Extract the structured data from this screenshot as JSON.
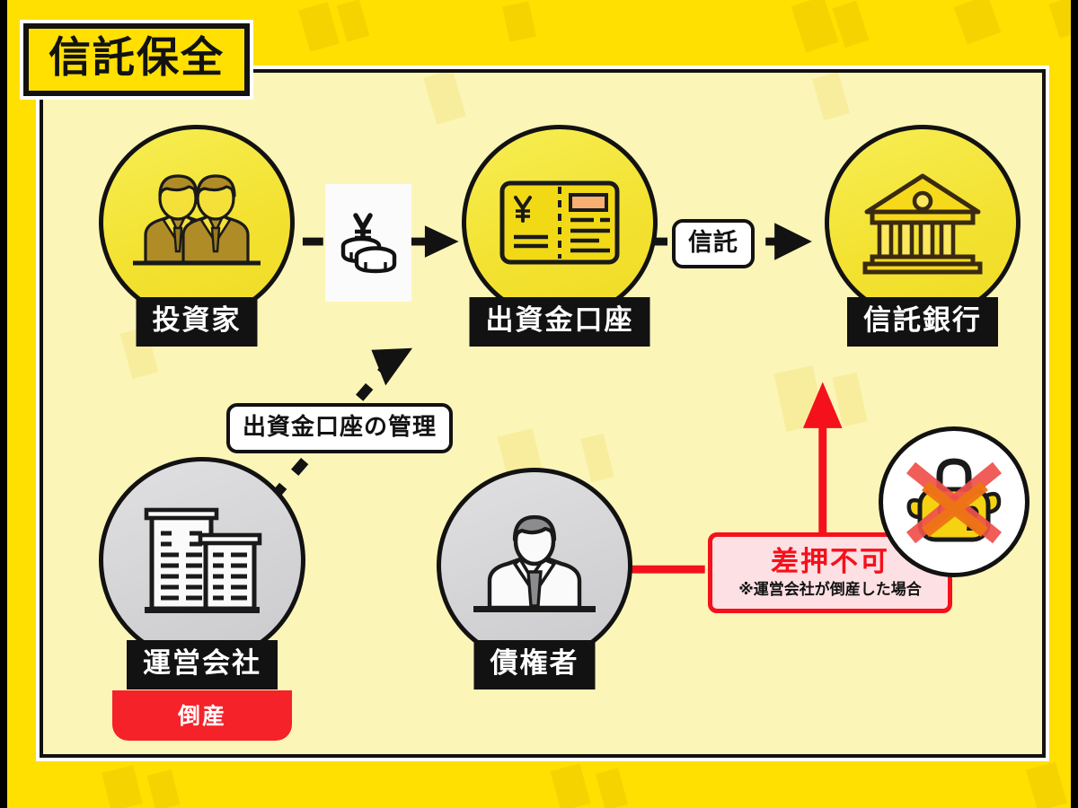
{
  "title": {
    "text": "信託保全"
  },
  "theme": {
    "frame_yellow": "#FFE000",
    "panel_bg": "#FCF5B8",
    "node_yellow": "#F3E231",
    "node_gray": "#D3D3D6",
    "label_black": "#121212",
    "alert_red": "#F5111B",
    "bankrupt_red": "#F5222A",
    "warn_bg": "#FDE0E4"
  },
  "nodes": [
    {
      "id": "investor",
      "label": "投資家",
      "icon": "two-businessmen-icon",
      "circle": "yellow"
    },
    {
      "id": "account",
      "label": "出資金口座",
      "icon": "bankbook-icon",
      "circle": "yellow"
    },
    {
      "id": "trustbank",
      "label": "信託銀行",
      "icon": "bank-building-icon",
      "circle": "yellow"
    },
    {
      "id": "operator",
      "label": "運営会社",
      "icon": "office-buildings-icon",
      "circle": "gray",
      "sub_badge": "倒産"
    },
    {
      "id": "creditor",
      "label": "債権者",
      "icon": "businessman-icon",
      "circle": "gray"
    }
  ],
  "connectors": {
    "money_icon": "yen-coins-icon",
    "trust_label": "信託",
    "manage_label": "出資金口座の管理"
  },
  "warning": {
    "title": "差押不可",
    "subtitle": "※運営会社が倒産した場合",
    "icon": "crossed-out-padlock-icon"
  }
}
